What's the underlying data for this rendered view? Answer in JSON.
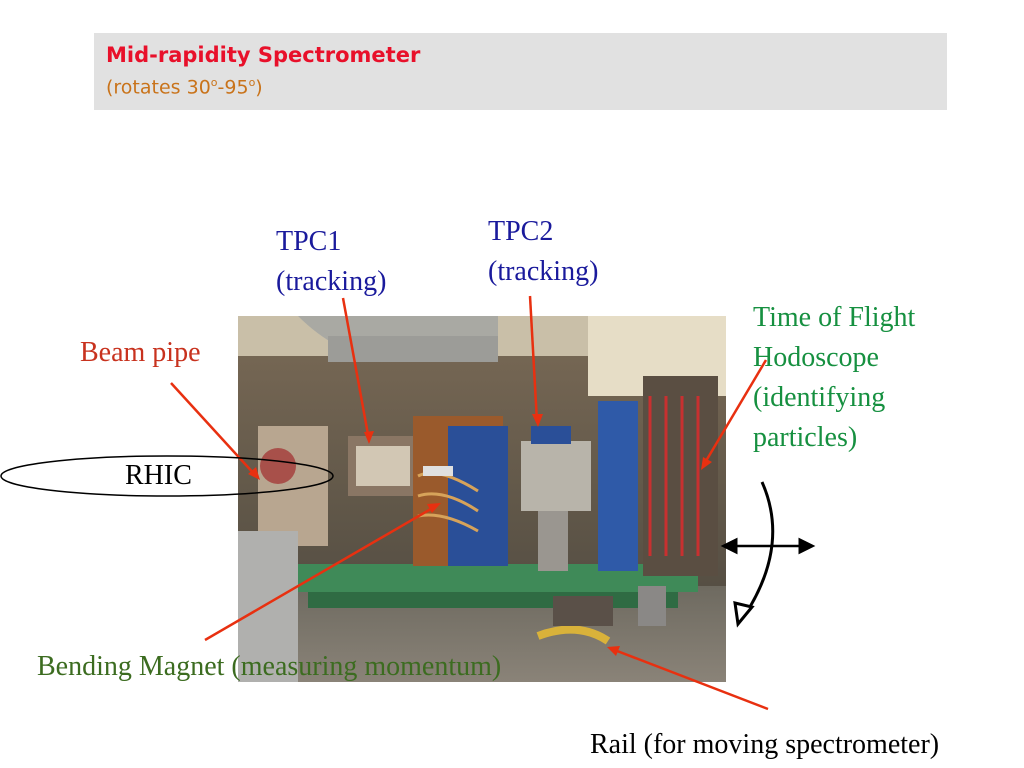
{
  "title": {
    "line1": "Mid-rapidity Spectrometer",
    "line2_prefix": "(rotates 30",
    "deg1": "o",
    "line2_mid": "-95",
    "deg2": "o",
    "line2_suffix": ")"
  },
  "labels": {
    "tpc1_name": "TPC1",
    "tpc1_role": "(tracking)",
    "tpc2_name": "TPC2",
    "tpc2_role": "(tracking)",
    "tof_line1": "Time of Flight",
    "tof_line2": "Hodoscope",
    "tof_line3": "(identifying",
    "tof_line4": "particles)",
    "beam_pipe": "Beam pipe",
    "rhic": "RHIC",
    "magnet": "Bending Magnet (measuring momentum)",
    "rail": "Rail (for moving spectrometer)"
  },
  "colors": {
    "title_red": "#e8102a",
    "subtitle_orange": "#c9731a",
    "tpc_blue": "#1a1a9c",
    "beam_red": "#c8321e",
    "tof_green": "#169040",
    "magnet_olive": "#3c6c20",
    "arrow_red": "#e83010"
  }
}
